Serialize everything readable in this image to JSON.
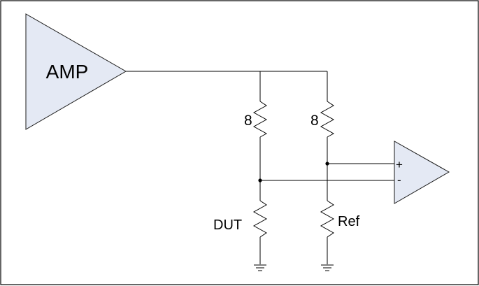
{
  "diagram": {
    "amplifier_label": "AMP",
    "resistors": {
      "top_left_value": "8",
      "top_right_value": "8",
      "bottom_left_label": "DUT",
      "bottom_right_label": "Ref"
    },
    "diff_amp": {
      "plus_label": "+",
      "minus_label": "-"
    },
    "colors": {
      "amplifier_fill": "#e4e9f4",
      "wire": "#000000",
      "frame": "#000000"
    }
  }
}
